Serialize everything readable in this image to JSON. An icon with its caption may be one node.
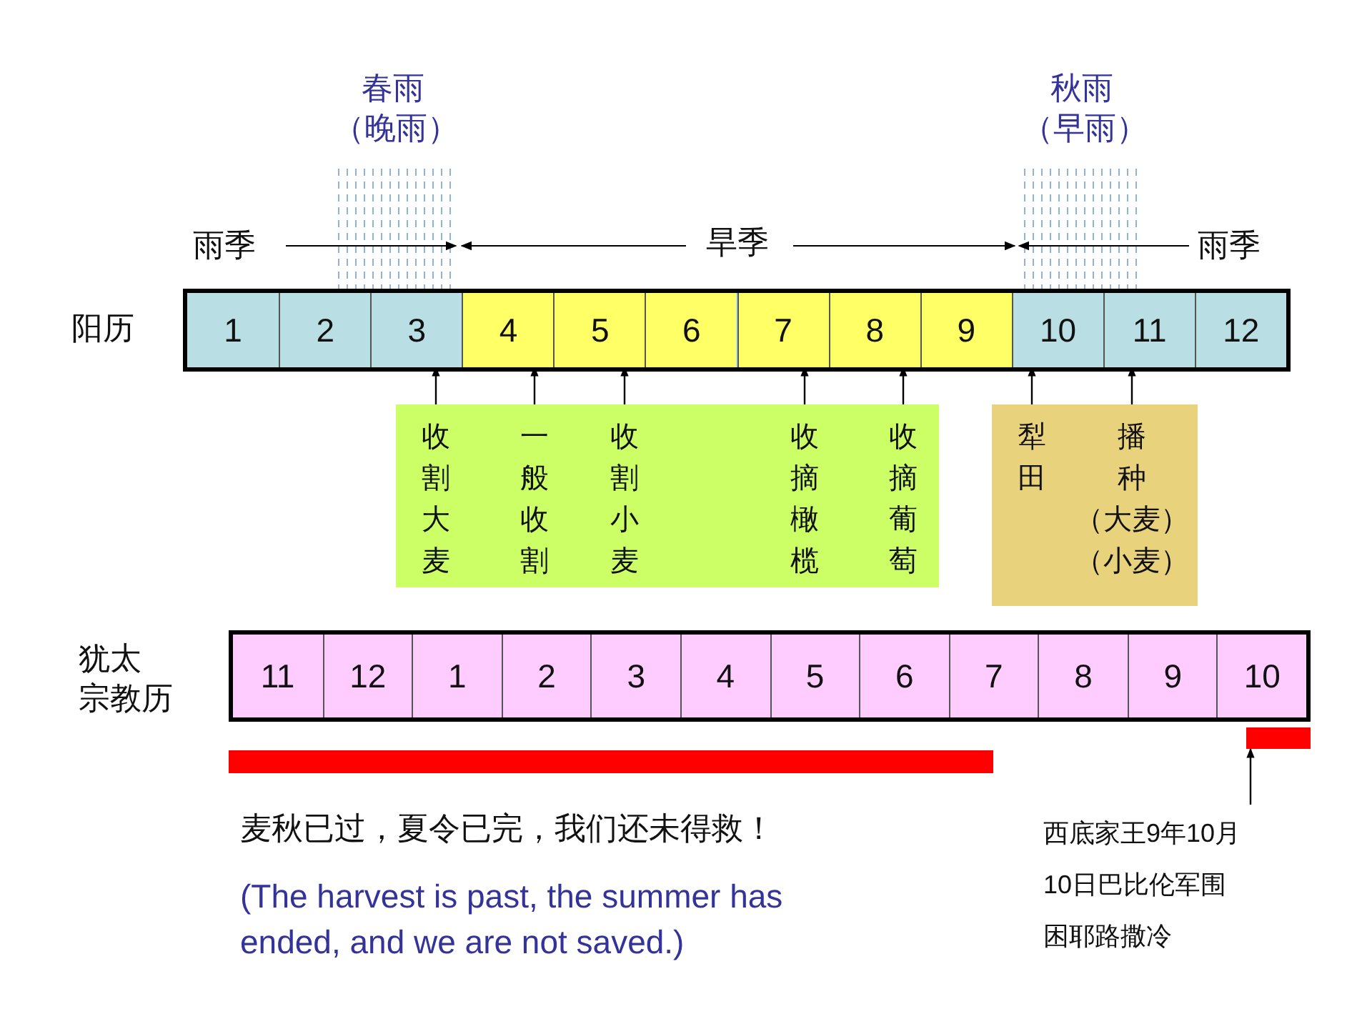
{
  "diagram": {
    "nodes": [
      {
        "text": [
          "阳历"
        ]
      },
      {
        "text": [
          "1"
        ],
        "in": 0
      },
      {
        "text": [
          "2"
        ],
        "in": 0
      },
      {
        "text": [
          "3"
        ],
        "in": 0
      },
      {
        "text": [
          "4"
        ],
        "in": 0
      },
      {
        "text": [
          "5"
        ],
        "in": 0
      },
      {
        "text": [
          "6"
        ],
        "in": 0
      },
      {
        "text": [
          "7"
        ],
        "in": 0
      },
      {
        "text": [
          "8"
        ],
        "in": 0
      },
      {
        "text": [
          "9"
        ],
        "in": 0
      },
      {
        "text": [
          "10"
        ],
        "in": 0
      },
      {
        "text": [
          "11"
        ],
        "in": 0
      },
      {
        "text": [
          "12"
        ],
        "in": 0
      },
      {
        "text": [],
        "shape": "box"
      },
      {
        "text": [
          "收割大麦"
        ],
        "in": 13
      },
      {
        "text": [
          "一般收割"
        ],
        "in": 13
      },
      {
        "text": [
          "收割小麦"
        ],
        "in": 13
      },
      {
        "text": [
          "收摘橄榄"
        ],
        "in": 13
      },
      {
        "text": [
          "收摘葡萄"
        ],
        "in": 13
      },
      {
        "text": [],
        "shape": "box"
      },
      {
        "text": [
          "犁田"
        ],
        "in": 19
      },
      {
        "text": [
          "播种",
          "（大麦）（小麦）"
        ],
        "in": 19
      },
      {
        "text": [
          "犹太宗教历"
        ]
      },
      {
        "text": [
          "11"
        ],
        "in": 22
      },
      {
        "text": [
          "12"
        ],
        "in": 22
      },
      {
        "text": [
          "1"
        ],
        "in": 22
      },
      {
        "text": [
          "2"
        ],
        "in": 22
      },
      {
        "text": [
          "3"
        ],
        "in": 22
      },
      {
        "text": [
          "4"
        ],
        "in": 22
      },
      {
        "text": [
          "5"
        ],
        "in": 22
      },
      {
        "text": [
          "6"
        ],
        "in": 22
      },
      {
        "text": [
          "7"
        ],
        "in": 22
      },
      {
        "text": [
          "8"
        ],
        "in": 22
      },
      {
        "text": [
          "9"
        ],
        "in": 22
      },
      {
        "text": [
          "10"
        ],
        "in": 22
      },
      {
        "text": [],
        "shape": "bar"
      },
      {
        "text": [],
        "shape": "bar"
      },
      {
        "text": [
          "西底家王9年10月10日巴比伦军围困耶路撒冷"
        ]
      }
    ],
    "edges": [
      {
        "from": 14,
        "to": 3,
        "arrow": "to"
      },
      {
        "from": 15,
        "to": 4,
        "arrow": "to"
      },
      {
        "from": 16,
        "to": 5,
        "arrow": "to"
      },
      {
        "from": 17,
        "to": 7,
        "arrow": "to"
      },
      {
        "from": 18,
        "to": 8,
        "arrow": "to"
      },
      {
        "from": 20,
        "to": 10,
        "arrow": "to"
      },
      {
        "from": 21,
        "to": 11,
        "arrow": "to"
      },
      {
        "from": 37,
        "to": 36,
        "arrow": "to"
      }
    ],
    "labels": [
      "春雨（晚雨）",
      "秋雨（早雨）",
      "雨季",
      "旱季",
      "雨季",
      "麦秋已过，夏令已完，我们还未得救！",
      "(The harvest is past, the summer has ended, and we are not saved.)"
    ]
  }
}
